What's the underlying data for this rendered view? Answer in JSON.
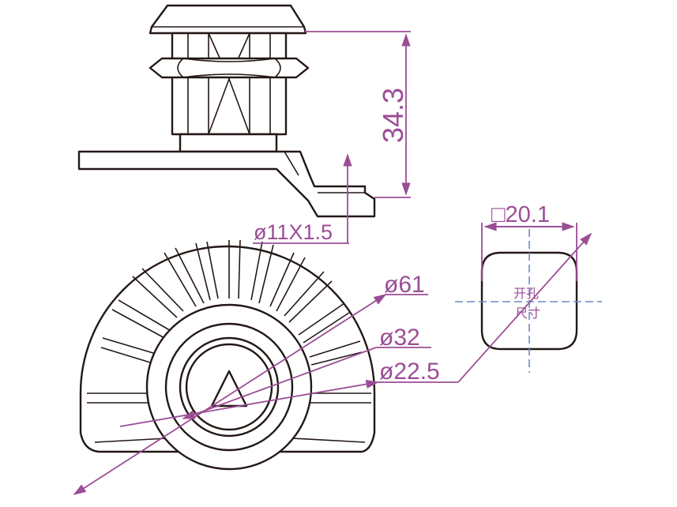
{
  "dimensions": {
    "height": "34.3",
    "thread": "ø11X1.5",
    "outer_diameter": "ø61",
    "mid_diameter": "ø32",
    "inner_diameter": "ø22.5",
    "cutout_size": "□20.1"
  },
  "cutout_note": {
    "line1": "开孔",
    "line2": "尺寸"
  },
  "colors": {
    "outline": "#231815",
    "dimension": "#9b4d96",
    "centerline": "#6a8bc4"
  }
}
